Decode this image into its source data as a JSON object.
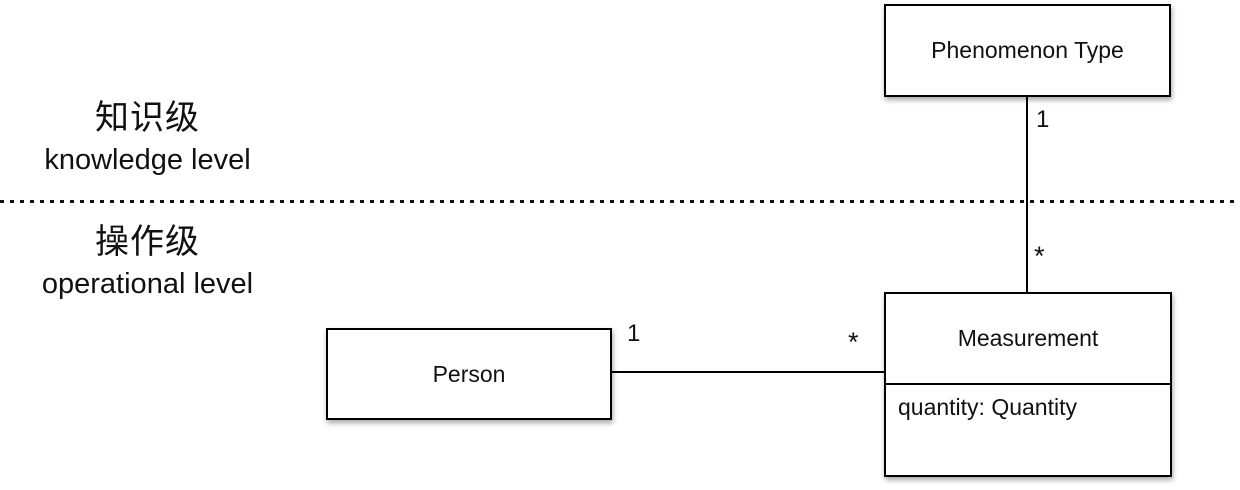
{
  "levels": {
    "knowledge": {
      "zh": "知识级",
      "en": "knowledge level"
    },
    "operational": {
      "zh": "操作级",
      "en": "operational level"
    }
  },
  "classes": {
    "phenomenon_type": {
      "name": "Phenomenon Type"
    },
    "person": {
      "name": "Person"
    },
    "measurement": {
      "name": "Measurement",
      "attribute": "quantity: Quantity"
    }
  },
  "associations": {
    "type_instance": {
      "source_multiplicity": "1",
      "target_multiplicity": "*"
    },
    "person_measurement": {
      "source_multiplicity": "1",
      "target_multiplicity": "*"
    }
  },
  "colors": {
    "line": "#000000",
    "text": "#111111",
    "box_fill": "#ffffff",
    "background": "#ffffff"
  }
}
